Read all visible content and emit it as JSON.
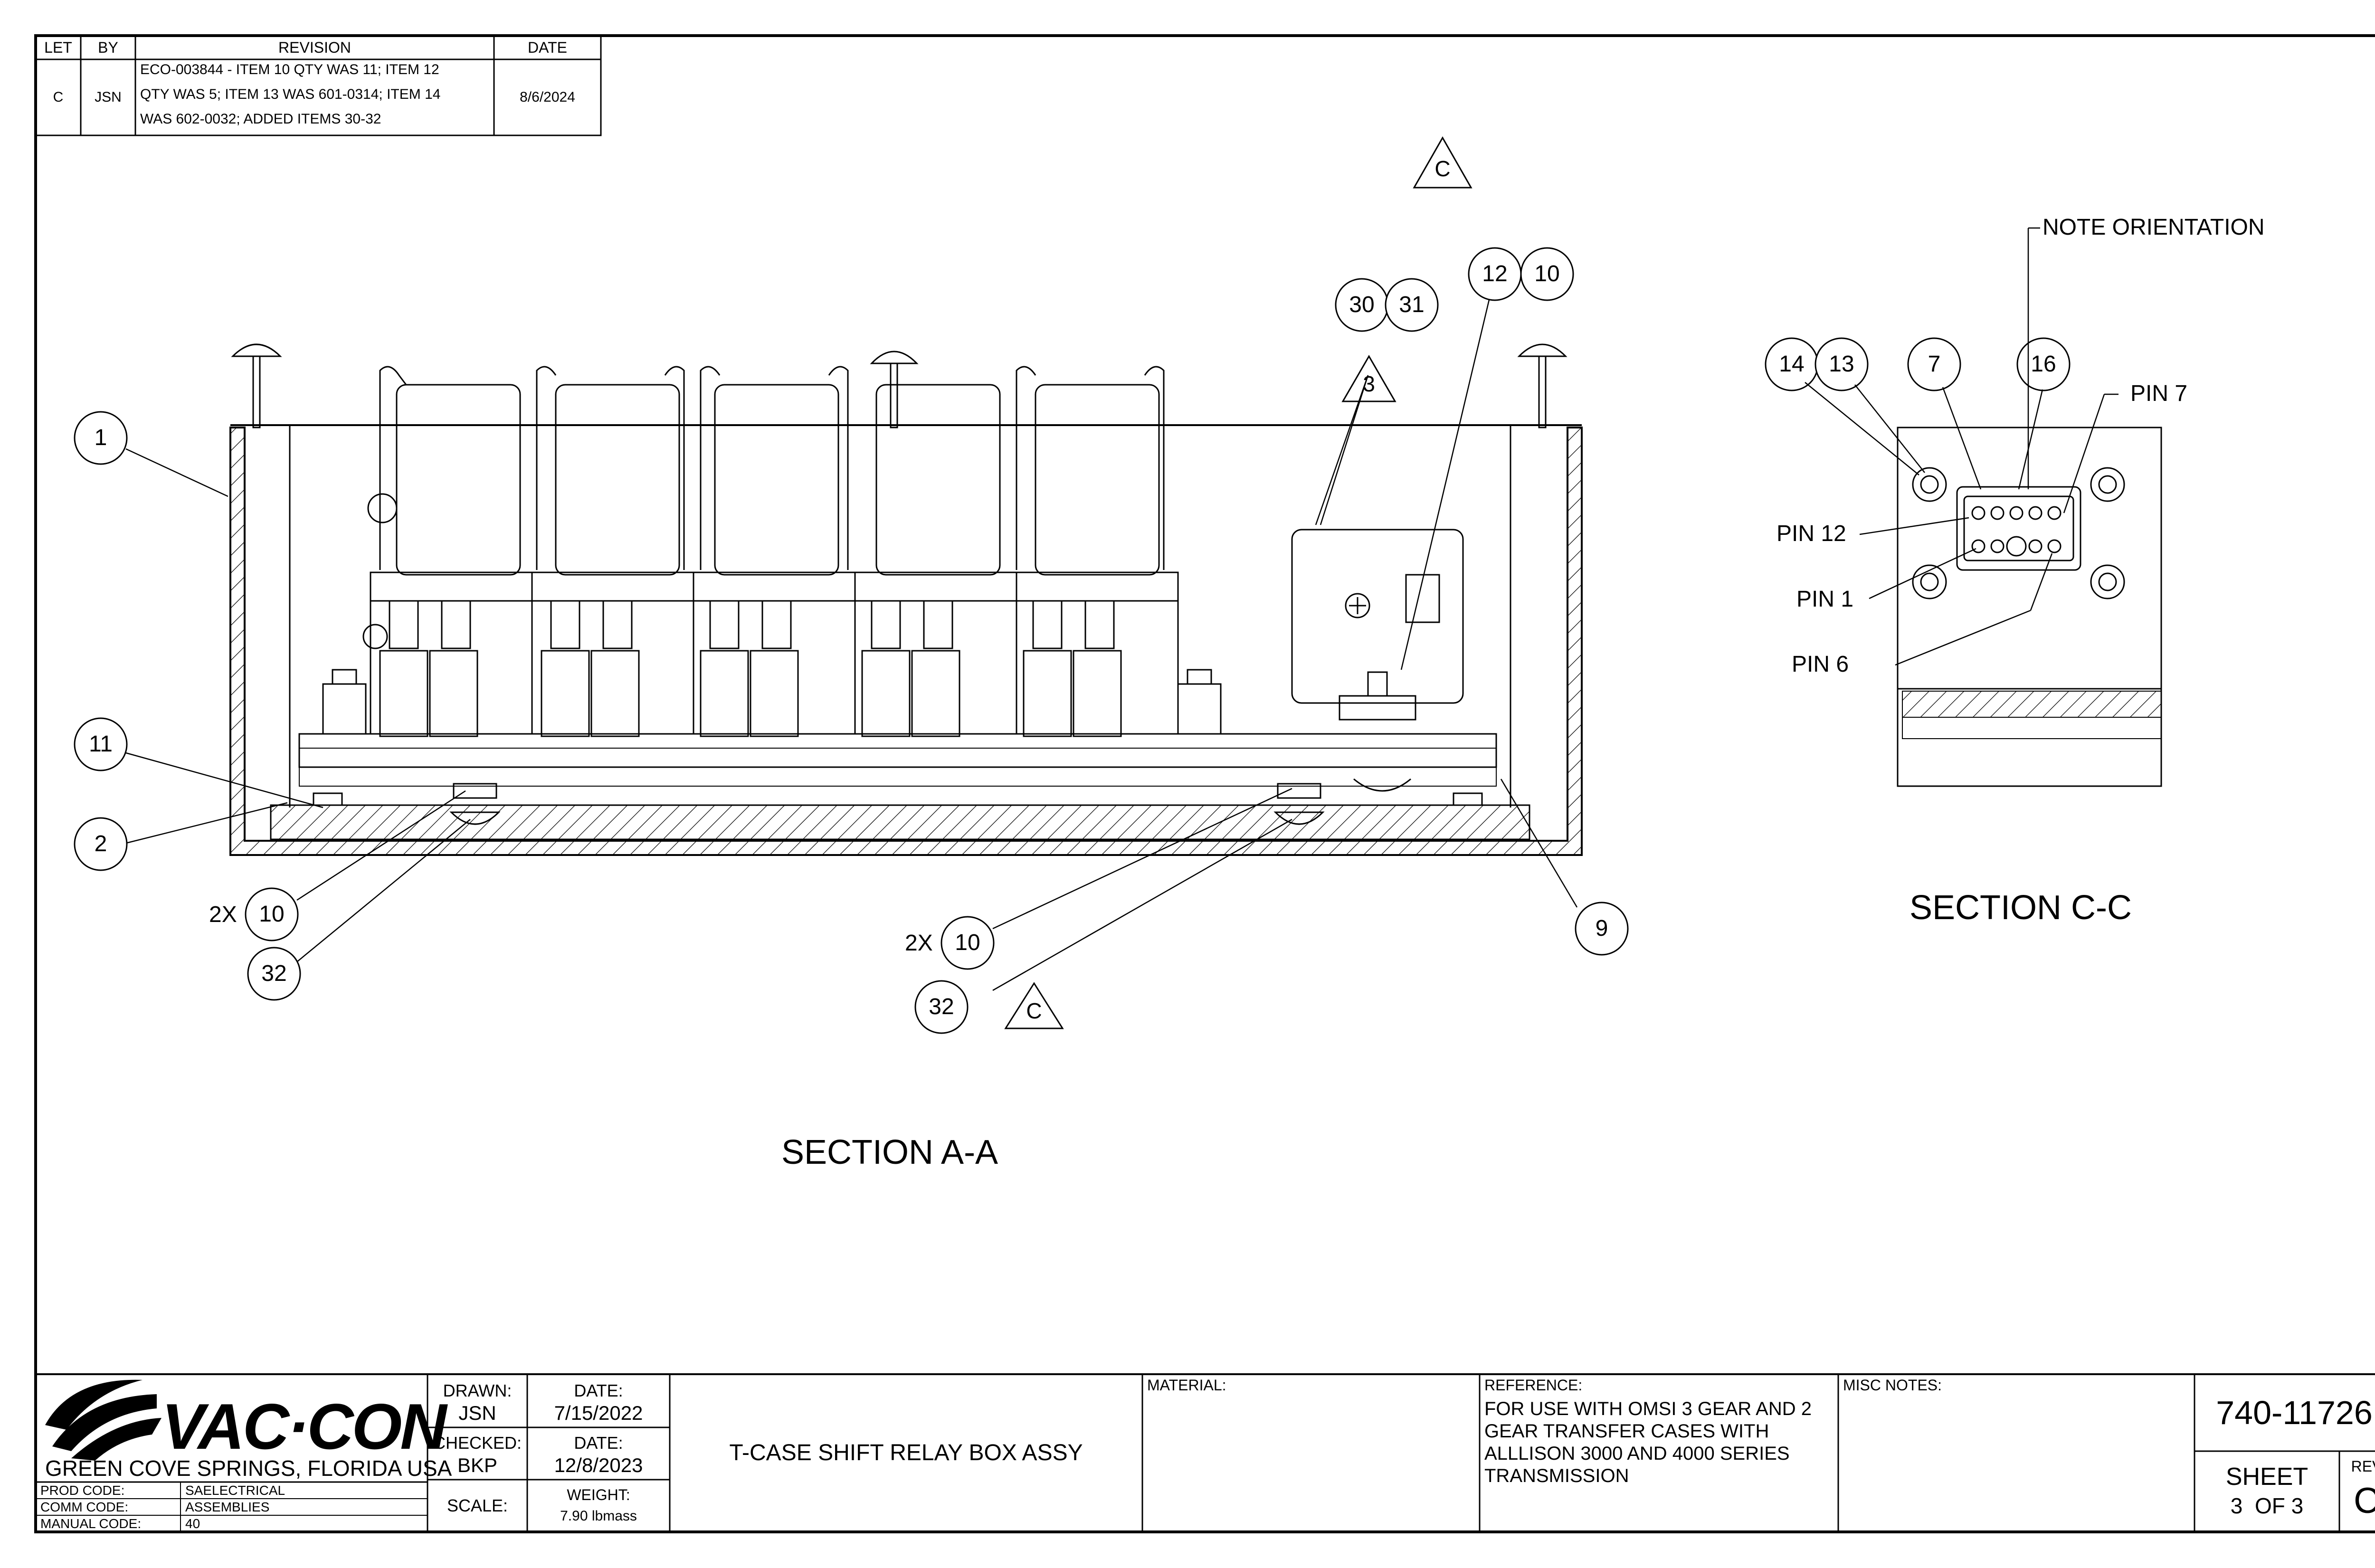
{
  "revision_table": {
    "headers": {
      "let": "LET",
      "by": "BY",
      "revision": "REVISION",
      "date": "DATE"
    },
    "rows": [
      {
        "let": "C",
        "by": "JSN",
        "line1": "ECO-003844 - ITEM 10 QTY WAS 11; ITEM 12",
        "line2": "QTY WAS 5; ITEM 13 WAS 601-0314; ITEM 14",
        "line3": "WAS 602-0032;   ADDED ITEMS 30-32",
        "date": "8/6/2024"
      }
    ]
  },
  "section_labels": {
    "a": "SECTION A-A",
    "c": "SECTION C-C"
  },
  "annotations": {
    "note_orientation": "NOTE ORIENTATION",
    "pin7": "PIN 7",
    "pin12": "PIN 12",
    "pin1": "PIN 1",
    "pin6": "PIN 6",
    "qty_2x_left": "2X",
    "qty_2x_mid": "2X"
  },
  "balloons": {
    "b1": "1",
    "b2": "2",
    "b11": "11",
    "b10_left": "10",
    "b32_left": "32",
    "b10_mid": "10",
    "b32_mid": "32",
    "b9": "9",
    "b30": "30",
    "b31": "31",
    "b12": "12",
    "b10_top": "10",
    "b14": "14",
    "b13": "13",
    "b7": "7",
    "b16": "16"
  },
  "triangles": {
    "c_top": "C",
    "c_bottom": "C",
    "three": "3"
  },
  "title_block": {
    "company": {
      "logo": "VAC·CON",
      "location": "GREEN COVE SPRINGS, FLORIDA USA"
    },
    "codes": [
      {
        "label": "PROD CODE:",
        "value": "SAELECTRICAL"
      },
      {
        "label": "COMM CODE:",
        "value": "ASSEMBLIES"
      },
      {
        "label": "MANUAL CODE:",
        "value": "40"
      }
    ],
    "drawn_label": "DRAWN:",
    "drawn_by": "JSN",
    "drawn_date_label": "DATE:",
    "drawn_date": "7/15/2022",
    "checked_label": "CHECKED:",
    "checked_by": "BKP",
    "checked_date_label": "DATE:",
    "checked_date": "12/8/2023",
    "scale_label": "SCALE:",
    "weight_label": "WEIGHT:",
    "weight": "7.90 lbmass",
    "title": "T-CASE SHIFT RELAY BOX ASSY",
    "material_label": "MATERIAL:",
    "reference_label": "REFERENCE:",
    "reference_lines": [
      "FOR USE WITH OMSI 3 GEAR AND 2",
      "GEAR TRANSFER CASES WITH",
      "ALLLISON 3000 AND 4000 SERIES",
      "TRANSMISSION"
    ],
    "misc_label": "MISC NOTES:",
    "drawing_number": "740-11726",
    "sheet_label": "SHEET",
    "sheet_value": "3  OF 3",
    "rev_label": "REV",
    "rev_value": "C"
  }
}
